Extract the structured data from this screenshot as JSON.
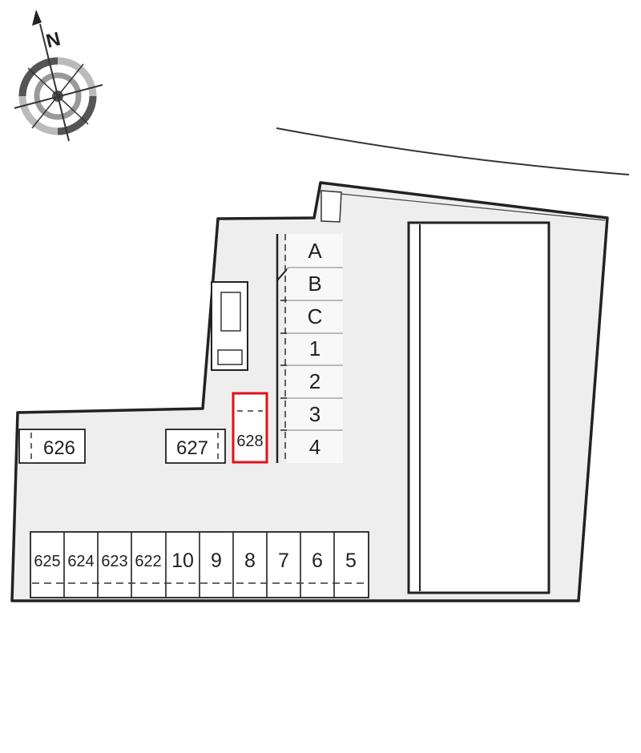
{
  "compass": {
    "north_label": "N"
  },
  "right_column": [
    "A",
    "B",
    "C",
    "1",
    "2",
    "3",
    "4"
  ],
  "row_bottom": [
    "625",
    "624",
    "623",
    "622",
    "10",
    "9",
    "8",
    "7",
    "6",
    "5"
  ],
  "standalone": {
    "left": "626",
    "middle": "627",
    "highlighted": "628"
  },
  "colors": {
    "lot_fill": "#eeeeee",
    "outline": "#222222",
    "highlight": "#e0101a",
    "building_fill": "#ffffff"
  }
}
